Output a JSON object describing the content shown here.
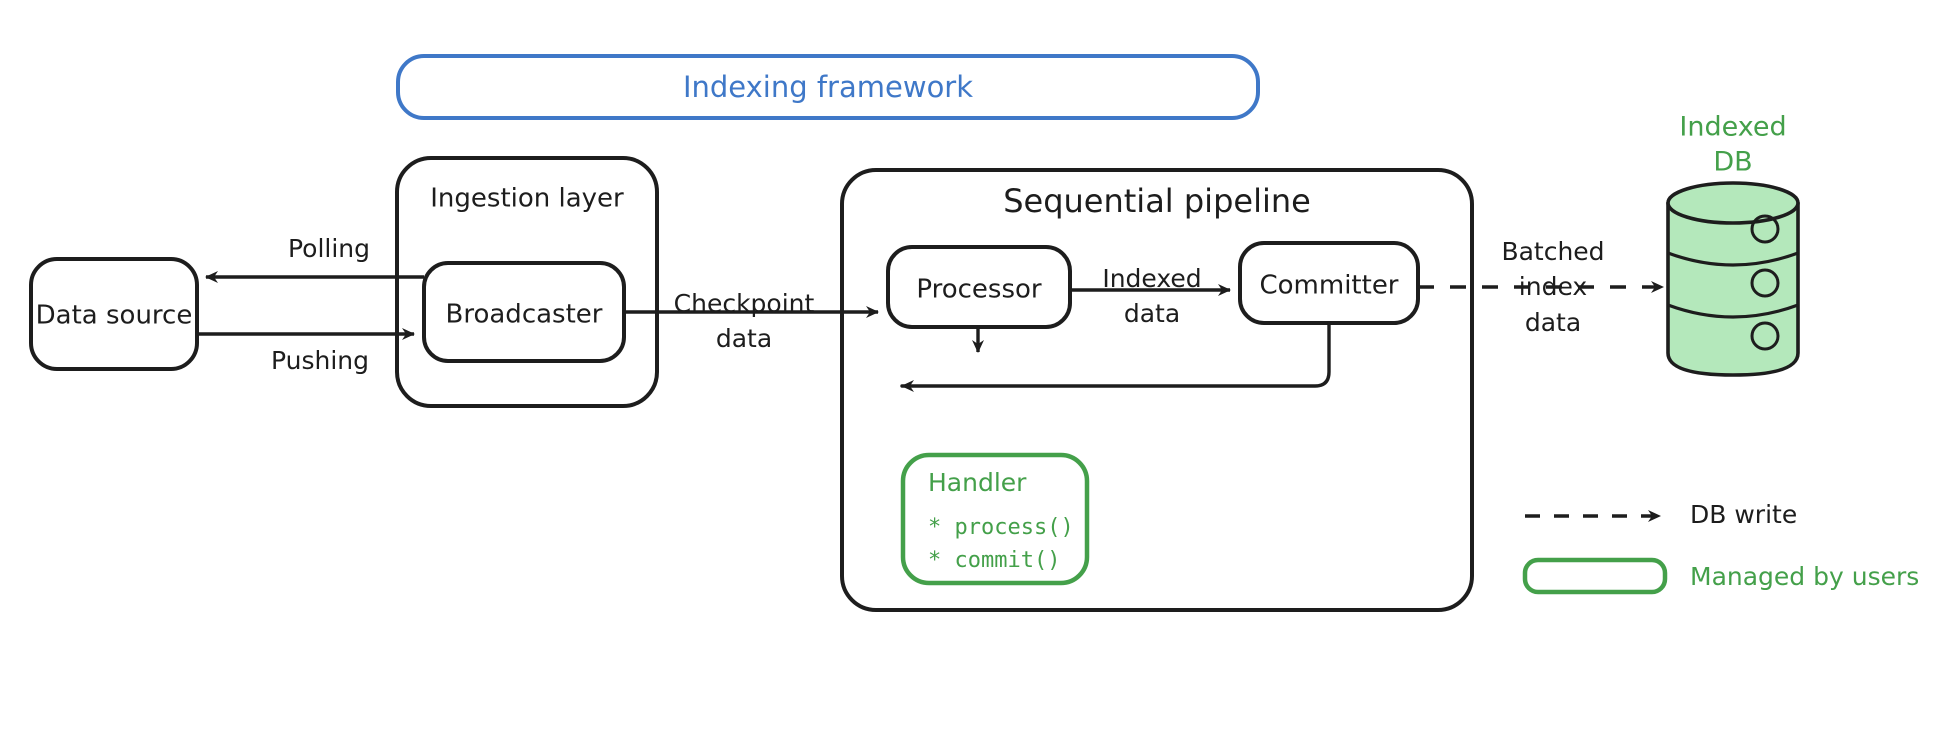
{
  "colors": {
    "ink": "#1d1d1d",
    "blue": "#3f78c8",
    "green": "#44a04a",
    "db_fill": "#b4e8bb",
    "background": "#ffffff"
  },
  "framework": {
    "title": "Indexing framework"
  },
  "ingestion": {
    "title": "Ingestion layer",
    "broadcaster": "Broadcaster"
  },
  "data_source": {
    "label": "Data source"
  },
  "edges": {
    "polling": "Polling",
    "pushing": "Pushing",
    "checkpoint_line1": "Checkpoint",
    "checkpoint_line2": "data",
    "indexed_line1": "Indexed",
    "indexed_line2": "data",
    "batched_line1": "Batched",
    "batched_line2": "index",
    "batched_line3": "data"
  },
  "pipeline": {
    "title": "Sequential pipeline",
    "processor": "Processor",
    "committer": "Committer",
    "handler": {
      "title": "Handler",
      "methods": [
        "* process()",
        "* commit()"
      ]
    }
  },
  "database": {
    "label_line1": "Indexed",
    "label_line2": "DB"
  },
  "legend": {
    "db_write": "DB write",
    "managed_by_users": "Managed by users"
  }
}
